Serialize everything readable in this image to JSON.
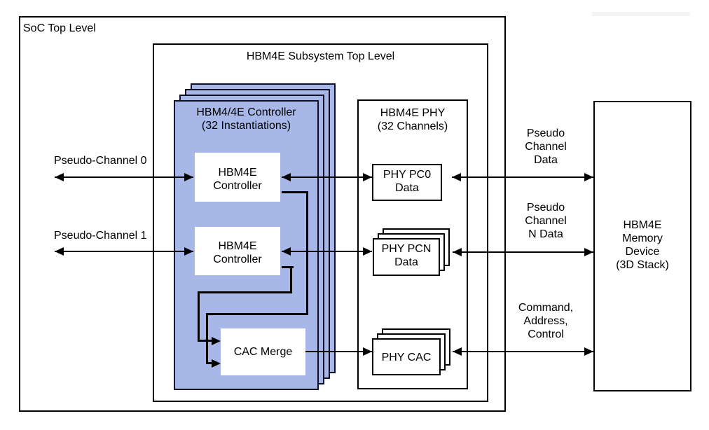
{
  "colors": {
    "controller_stack_fill": "#a7b8e8",
    "stack_border": "#101024",
    "line_color": "#000000"
  },
  "soc": {
    "label": "SoC Top Level"
  },
  "subsystem": {
    "title": "HBM4E Subsystem Top Level"
  },
  "controller_stack": {
    "title_line1": "HBM4/4E Controller",
    "title_line2": "(32 Instantiations)"
  },
  "controller0": {
    "line1": "HBM4E",
    "line2": "Controller"
  },
  "controller1": {
    "line1": "HBM4E",
    "line2": "Controller"
  },
  "cac_merge": {
    "label": "CAC Merge"
  },
  "phy": {
    "title_line1": "HBM4E PHY",
    "title_line2": "(32 Channels)"
  },
  "phy_pc0": {
    "line1": "PHY PC0",
    "line2": "Data"
  },
  "phy_pcn": {
    "line1": "PHY PCN",
    "line2": "Data"
  },
  "phy_cac": {
    "label": "PHY CAC"
  },
  "memory": {
    "line1": "HBM4E",
    "line2": "Memory",
    "line3": "Device",
    "line4": "(3D Stack)"
  },
  "labels": {
    "pseudo_channel_0": "Pseudo-Channel 0",
    "pseudo_channel_1": "Pseudo-Channel 1",
    "pseudo_channel_data": [
      "Pseudo",
      "Channel",
      "Data"
    ],
    "pseudo_channel_n_data": [
      "Pseudo",
      "Channel",
      "N Data"
    ],
    "command_address_control": [
      "Command,",
      "Address,",
      "Control"
    ]
  }
}
